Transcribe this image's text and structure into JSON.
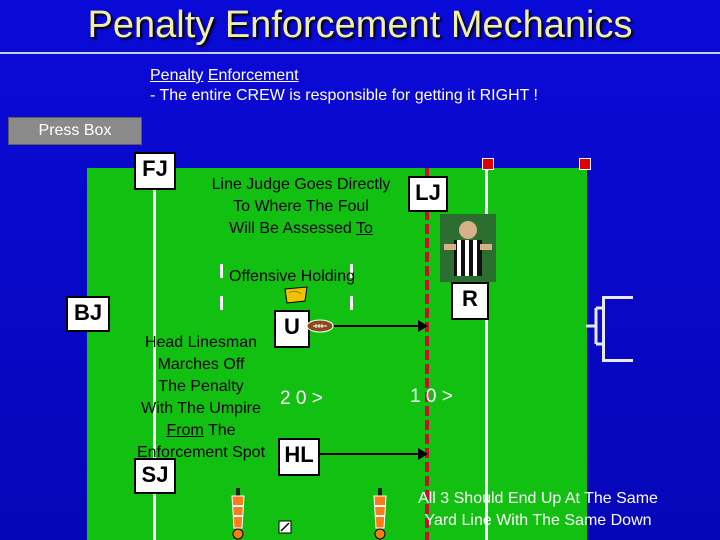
{
  "title": "Penalty Enforcement Mechanics",
  "subtitle_line1_a": "Penalty",
  "subtitle_line1_b": "Enforcement",
  "subtitle_line2": "- The entire CREW is responsible for getting it RIGHT !",
  "press_box": "Press Box",
  "officials": {
    "fj": "FJ",
    "lj": "LJ",
    "bj": "BJ",
    "r": "R",
    "u": "U",
    "hl": "HL",
    "sj": "SJ"
  },
  "notes": {
    "lj_line1": "Line Judge Goes Directly",
    "lj_line2": "To Where The Foul",
    "lj_line3": "Will Be Assessed",
    "lj_line3_u": "To",
    "foul": "Offensive Holding",
    "hl_line1": "Head Linesman",
    "hl_line2": "Marches Off",
    "hl_line3": "The Penalty",
    "hl_line4": "With The Umpire",
    "hl_line5_u": "From",
    "hl_line5": "The",
    "hl_line6": "Enforcement Spot",
    "bottom_line1": "All 3 Should End Up At The Same",
    "bottom_line2": "Yard Line With The Same Down"
  },
  "yard_numbers": {
    "twenty": "2 0 >",
    "ten": "1 0 >"
  },
  "colors": {
    "background": "#0606c0",
    "field": "#11c011",
    "title": "#f2f0a0",
    "enforcement_line": "#c8102e",
    "flag": "#f2c200",
    "pylon": "#e00000"
  },
  "icons": [
    "penalty-flag-icon",
    "football-icon",
    "chain-marker-icon",
    "down-box-icon",
    "referee-photo"
  ]
}
